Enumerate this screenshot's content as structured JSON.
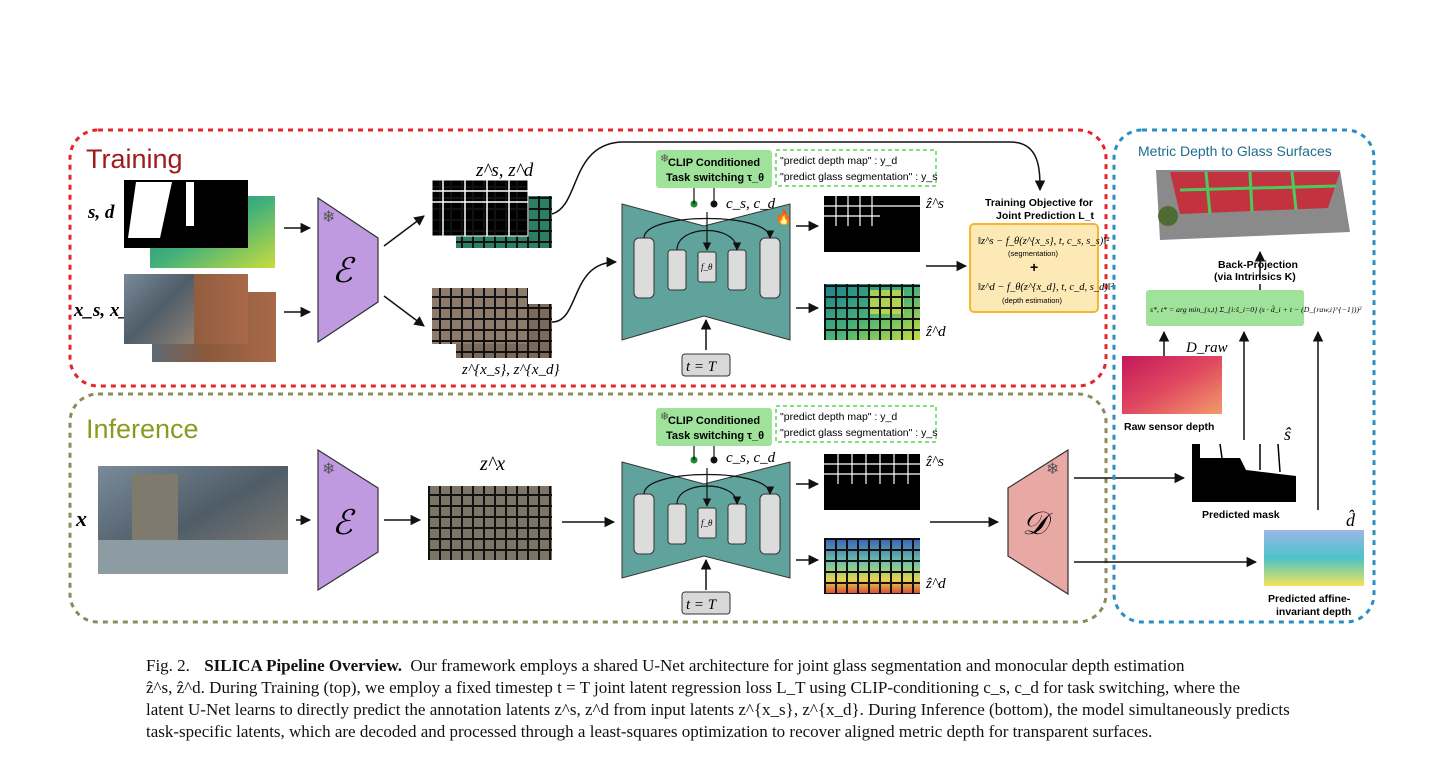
{
  "training": {
    "title": "Training",
    "input_sd_label": "s, d",
    "input_x_label": "x_s, x_d",
    "encoder_symbol": "ℰ",
    "latent_label_top": "z^s, z^d",
    "latent_label_bottom": "z^{x_s}, z^{x_d}",
    "clip_title_line1": "CLIP Conditioned",
    "clip_title_line2": "Task switching τ_θ",
    "prompt_depth": "\"predict depth map\" : y_d",
    "prompt_seg": "\"predict glass segmentation\" : y_s",
    "cond_label": "c_s, c_d",
    "unet_symbol": "f_θ",
    "timestep": "t = T",
    "out_seg_label": "ẑ^s",
    "out_depth_label": "ẑ^d",
    "objective_title_line1": "Training Objective for",
    "objective_title_line2": "Joint Prediction L_t",
    "objective_seg_formula": "‖z^s − f_θ(z^{x_s}, t, c_s, s_s)‖²",
    "objective_seg_note": "(segmentation)",
    "objective_plus": "+",
    "objective_depth_formula": "‖z^d − f_θ(z^{x_d}, t, c_d, s_d)‖²",
    "objective_depth_note": "(depth estimation)"
  },
  "inference": {
    "title": "Inference",
    "input_label": "x",
    "encoder_symbol": "ℰ",
    "latent_label": "z^x",
    "clip_title_line1": "CLIP Conditioned",
    "clip_title_line2": "Task switching τ_θ",
    "prompt_depth": "\"predict depth map\" : y_d",
    "prompt_seg": "\"predict glass segmentation\" : y_s",
    "cond_label": "c_s, c_d",
    "unet_symbol": "f_θ",
    "timestep": "t = T",
    "out_seg_label": "ẑ^s",
    "out_depth_label": "ẑ^d",
    "decoder_symbol": "𝒟"
  },
  "metric": {
    "title": "Metric Depth to Glass Surfaces",
    "backproj_line1": "Back-Projection",
    "backproj_line2": "(via Intrinsics K)",
    "lsq_formula": "s*, t* = arg min_{s,t} Σ_{i:ŝ_i=0} (s · d̂_i + t − (D_{raw,i}^{−1}))²",
    "raw_label": "D_raw",
    "raw_caption": "Raw sensor depth",
    "mask_label": "ŝ",
    "mask_caption": "Predicted mask",
    "depth_label": "d̂",
    "depth_caption_line1": "Predicted affine-",
    "depth_caption_line2": "invariant depth"
  },
  "colors": {
    "training_border": "#e3262b",
    "inference_border": "#8b8b5a",
    "metric_border": "#2a8fc0",
    "encoder_fill": "#bf9ae0",
    "unet_fill": "#5fa39c",
    "decoder_fill": "#e8a8a3",
    "clip_fill": "#9fe29a",
    "objective_fill": "#fde9b5",
    "objective_border": "#f5b731",
    "training_title": "#a01a1a",
    "inference_title": "#8c9a22",
    "metric_title": "#1d6e8e"
  },
  "caption": {
    "lead": "Fig. 2.",
    "title": "SILICA Pipeline Overview.",
    "line1": "Our framework employs a shared U-Net architecture for joint glass segmentation and monocular depth estimation",
    "line2": "ẑ^s, ẑ^d. During Training (top), we employ a fixed timestep t = T joint latent regression loss L_T using CLIP-conditioning c_s, c_d for task switching, where the",
    "line3": "latent U-Net learns to directly predict the annotation latents z^s, z^d from input latents z^{x_s}, z^{x_d}. During Inference (bottom), the model simultaneously predicts",
    "line4": "task-specific latents, which are decoded and processed through a least-squares optimization to recover aligned metric depth for transparent surfaces."
  }
}
